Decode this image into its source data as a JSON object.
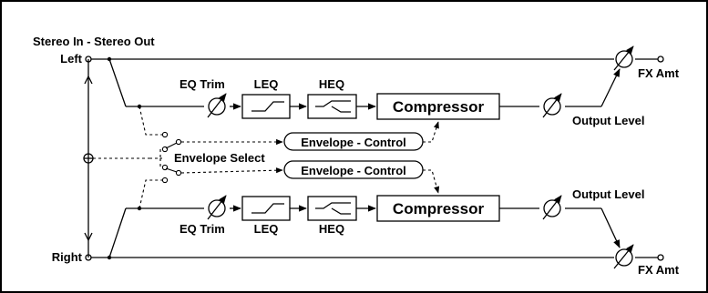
{
  "header": {
    "title": "Stereo In - Stereo Out"
  },
  "io": {
    "left": "Left",
    "right": "Right"
  },
  "blocks": {
    "eq_trim": "EQ Trim",
    "leq": "LEQ",
    "heq": "HEQ",
    "compressor": "Compressor",
    "output_level": "Output Level",
    "fx_amt": "FX Amt",
    "envelope_control": "Envelope - Control",
    "envelope_select": "Envelope Select"
  }
}
